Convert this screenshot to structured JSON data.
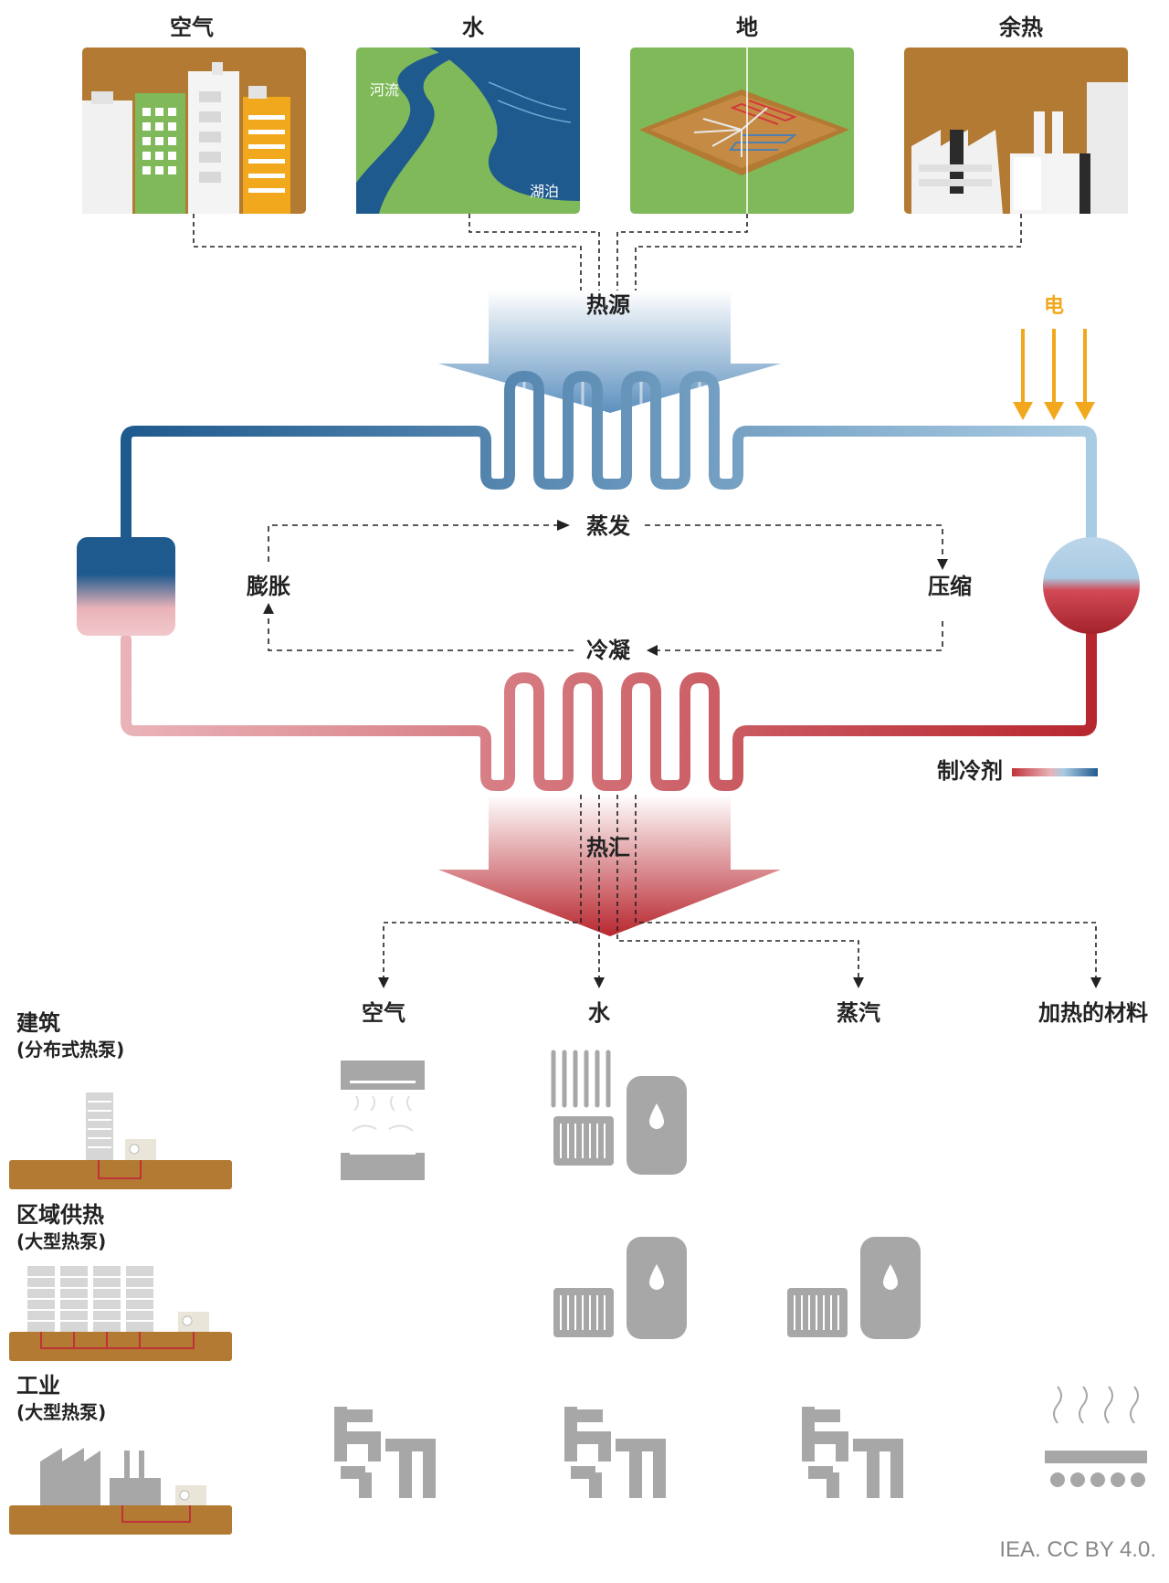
{
  "sources": {
    "air": "空气",
    "water": "水",
    "ground": "地",
    "waste_heat": "余热",
    "river": "河流",
    "lake": "湖泊"
  },
  "cycle": {
    "heat_source": "热源",
    "electricity": "电",
    "evaporation": "蒸发",
    "compression": "压缩",
    "condensation": "冷凝",
    "expansion": "膨胀",
    "heat_sink": "热汇",
    "refrigerant": "制冷剂"
  },
  "outputs": {
    "air": "空气",
    "water": "水",
    "steam": "蒸汽",
    "heated_materials": "加热的材料"
  },
  "applications": {
    "buildings": {
      "title": "建筑",
      "subtitle": "(分布式热泵)"
    },
    "district": {
      "title": "区域供热",
      "subtitle": "(大型热泵)"
    },
    "industry": {
      "title": "工业",
      "subtitle": "(大型热泵)"
    }
  },
  "credit": "IEA. CC BY 4.0.",
  "colors": {
    "cold": "#1f5a8e",
    "cold_light": "#a9cbe3",
    "hot": "#b8272f",
    "hot_light": "#e9b3b8",
    "electric": "#f2a81d",
    "brown": "#b27a32",
    "green": "#7fb95a",
    "grey": "#a7a7a7"
  }
}
